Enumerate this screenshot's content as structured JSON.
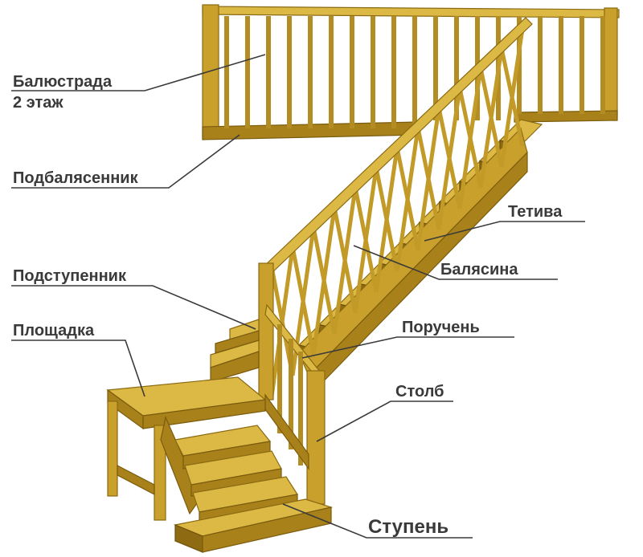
{
  "labels": {
    "balustrade_line1": "Балюстрада",
    "balustrade_line2": "2 этаж",
    "podbalyasennik": "Подбалясенник",
    "tetiva": "Тетива",
    "podstupennik": "Подступенник",
    "balyasina": "Балясина",
    "ploshchadka": "Площадка",
    "poruchen": "Поручень",
    "stolb": "Столб",
    "stupen": "Ступень"
  },
  "colors": {
    "wood": "#c9a02b",
    "wood_light": "#dcb845",
    "wood_dark": "#a9811b",
    "label_text": "#3a3a3a",
    "background": "#ffffff"
  }
}
